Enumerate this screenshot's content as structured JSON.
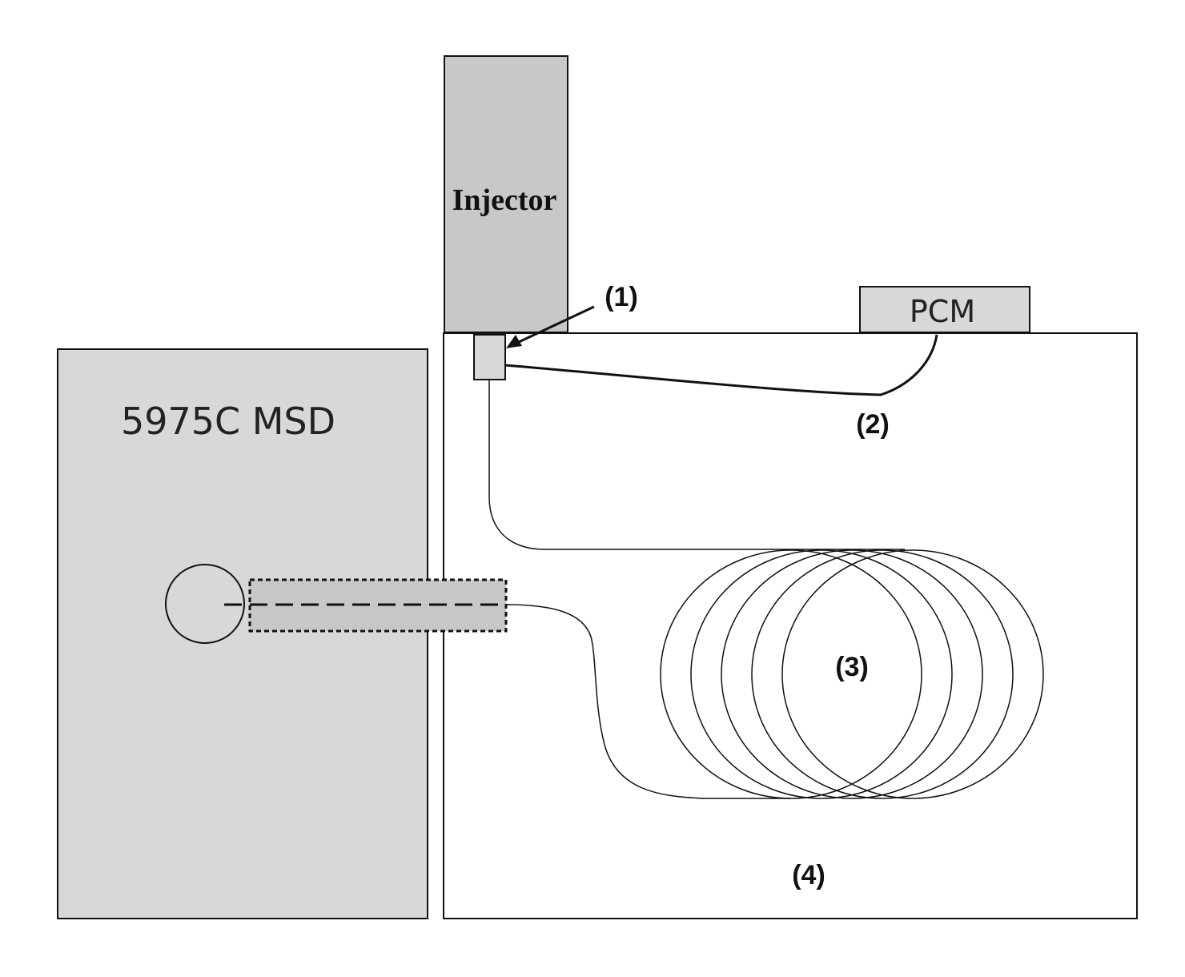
{
  "components": {
    "injector": {
      "label": "Injector"
    },
    "pcm": {
      "label": "PCM"
    },
    "msd": {
      "label": "5975C MSD"
    }
  },
  "callouts": {
    "c1": "(1)",
    "c2": "(2)",
    "c3": "(3)",
    "c4": "(4)"
  },
  "colors": {
    "box_fill": "#d7d8da",
    "injector_fill": "#c8c8c8",
    "line": "#111111",
    "background": "#ffffff"
  }
}
